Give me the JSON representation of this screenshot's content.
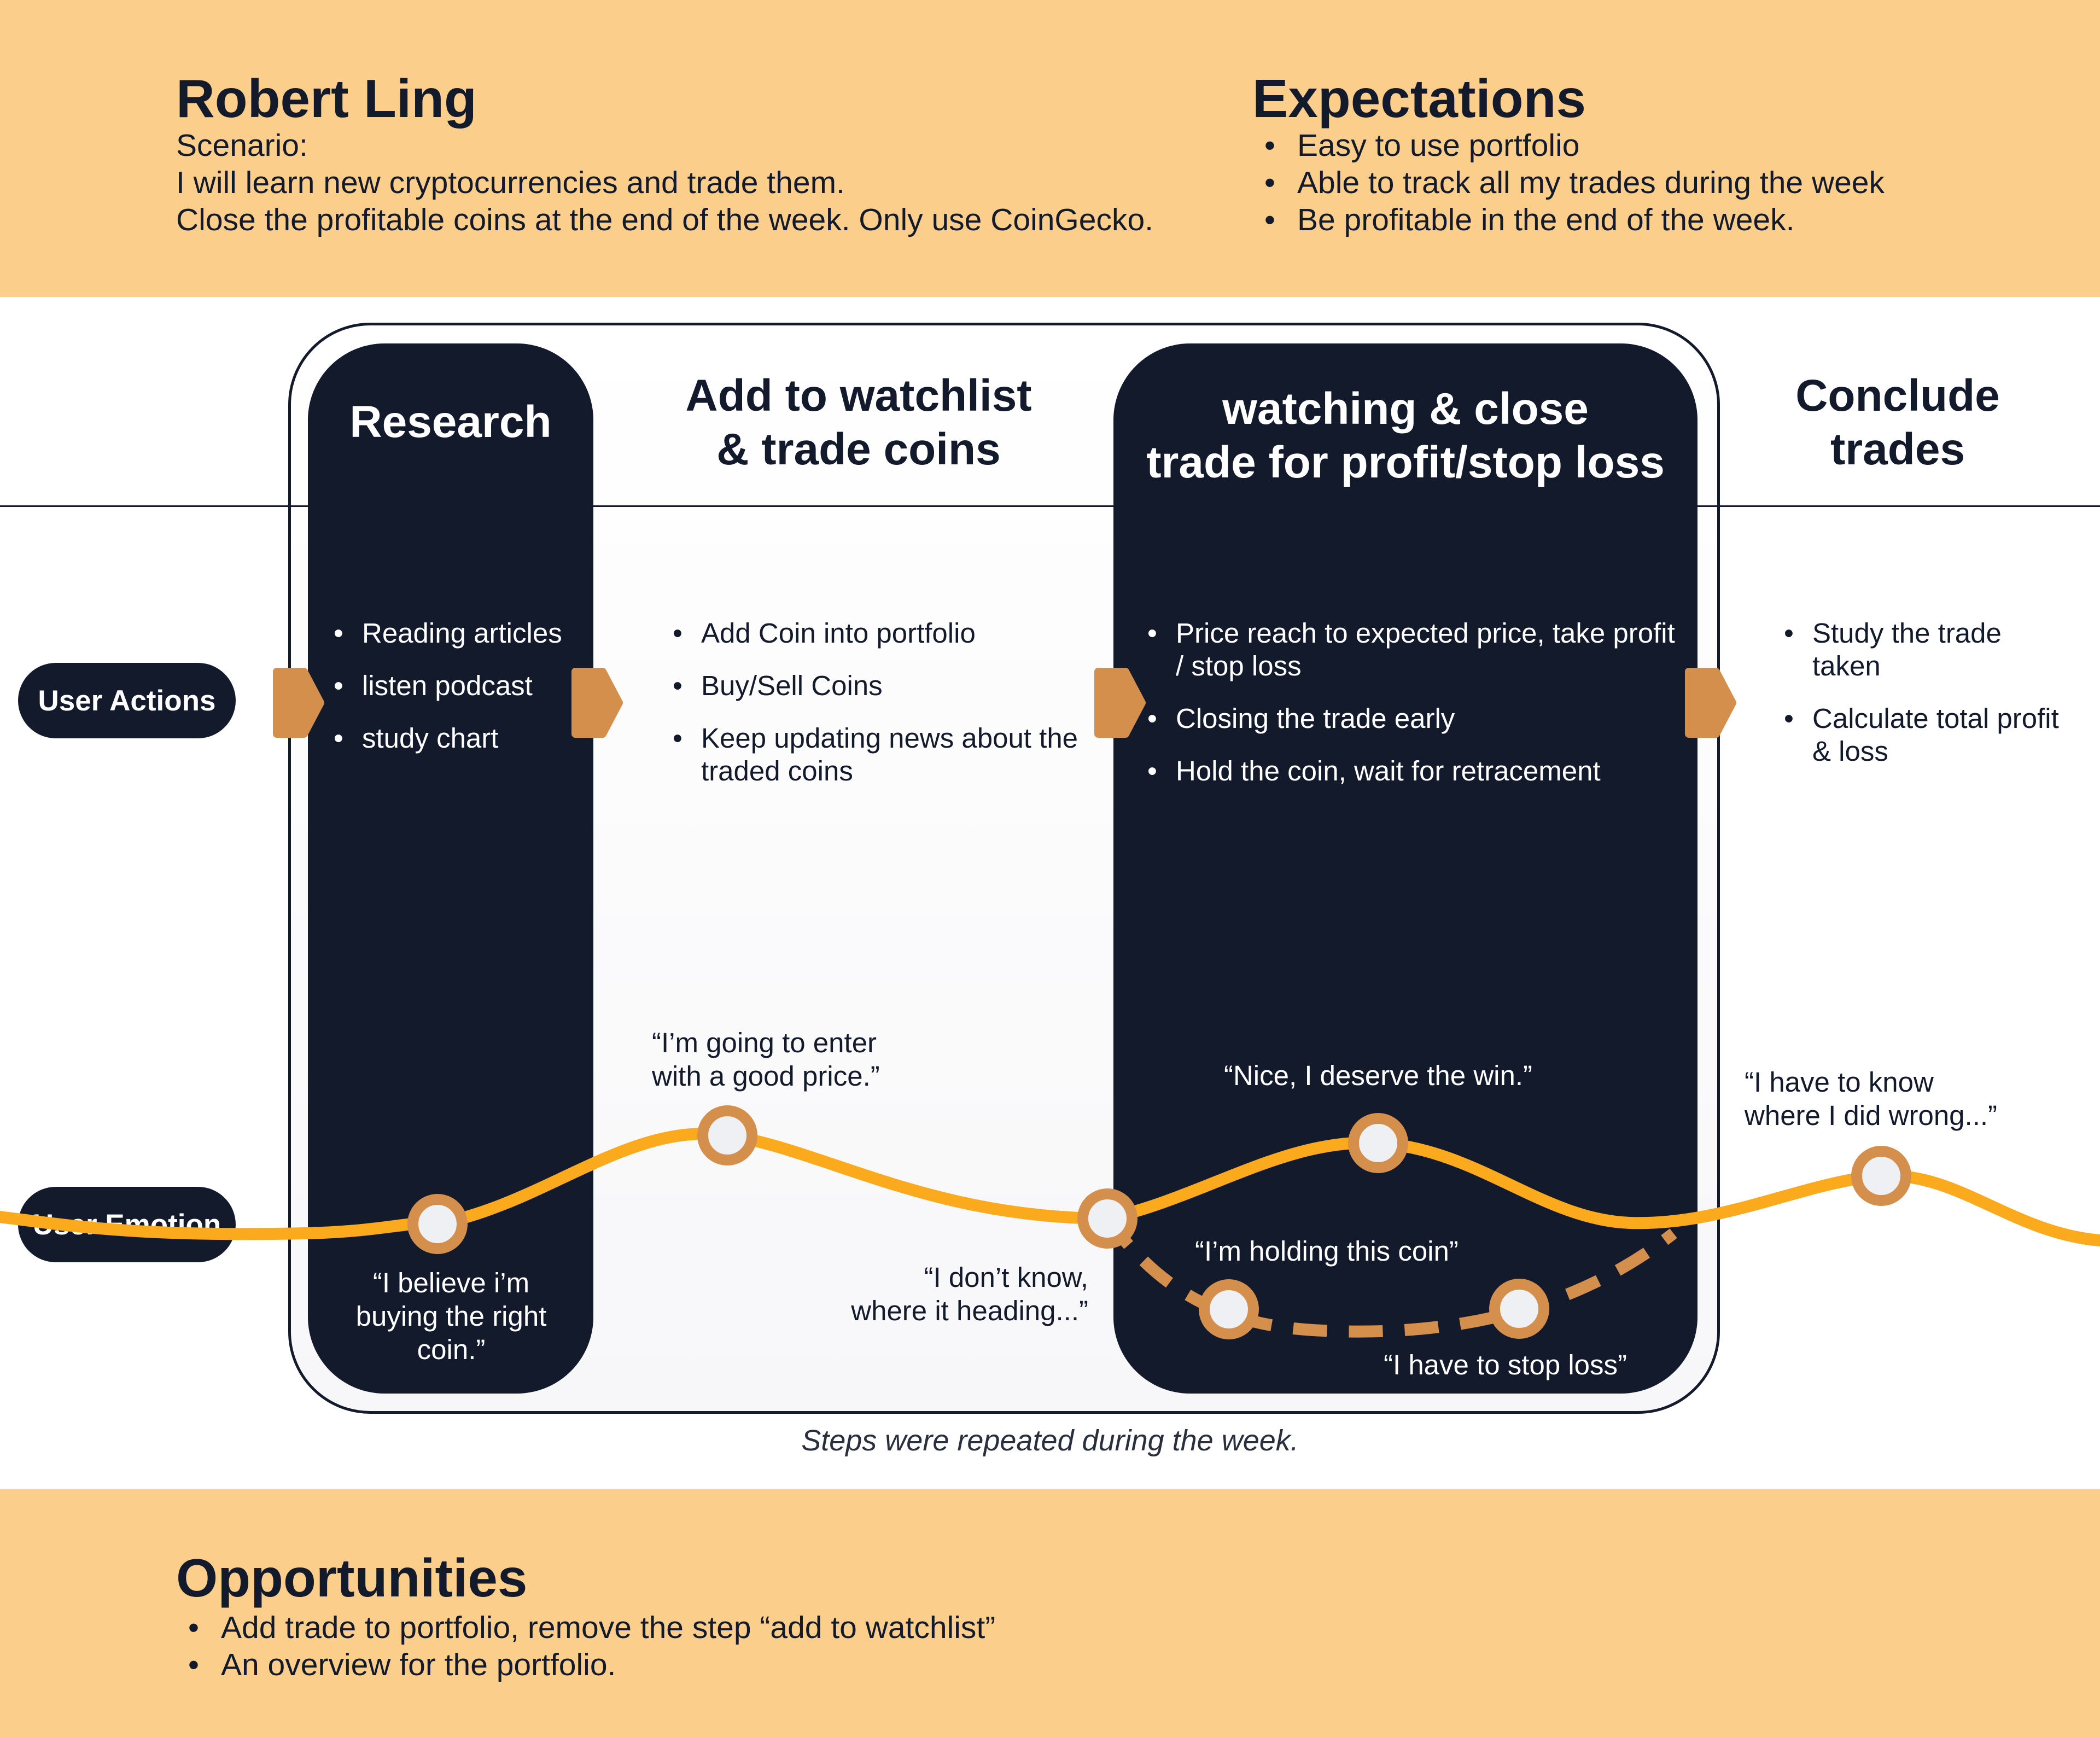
{
  "persona": {
    "name": "Robert Ling",
    "scenario_label": "Scenario:",
    "scenario_lines": [
      "I will learn new cryptocurrencies and trade them.",
      "Close the profitable coins at the end of the week. Only use CoinGecko."
    ]
  },
  "expectations": {
    "title": "Expectations",
    "items": [
      "Easy to use portfolio",
      "Able to track all my trades during the week",
      "Be profitable in the end of the week."
    ]
  },
  "phases": [
    {
      "title_lines": [
        "Research"
      ]
    },
    {
      "title_lines": [
        "Add to watchlist",
        "& trade coins"
      ]
    },
    {
      "title_lines": [
        "watching & close",
        "trade for profit/stop loss"
      ]
    },
    {
      "title_lines": [
        "Conclude",
        "trades"
      ]
    }
  ],
  "rows": {
    "actions_label": "User Actions",
    "emotion_label": "User Emotion"
  },
  "actions": [
    {
      "items": [
        "Reading articles",
        "listen podcast",
        "study chart"
      ]
    },
    {
      "items": [
        "Add Coin into portfolio",
        "Buy/Sell Coins",
        "Keep updating news about the traded coins"
      ]
    },
    {
      "items": [
        "Price reach to expected price, take profit / stop loss",
        "Closing the trade early",
        "Hold the coin, wait for retracement"
      ]
    },
    {
      "items": [
        "Study the trade taken",
        "Calculate total profit & loss"
      ]
    }
  ],
  "quotes": {
    "research": [
      "“I believe i’m",
      "buying the right",
      "coin.”"
    ],
    "enter": [
      "“I’m going to enter",
      "with a good price.”"
    ],
    "dont_know": [
      "“I don’t know,",
      "where it heading...”"
    ],
    "win": "“Nice, I deserve the win.”",
    "holding": "“I’m holding this coin”",
    "stop_loss": "“I have to stop loss”",
    "wrong": [
      "“I have to know",
      "where I did wrong...”"
    ]
  },
  "footnote": "Steps were repeated during the week.",
  "opportunities": {
    "title": "Opportunities",
    "items": [
      "Add trade to portfolio, remove the step “add to watchlist”",
      "An overview for the portfolio."
    ]
  },
  "colors": {
    "band": "#fbcf8b",
    "dark": "#131a2b",
    "emotion_line": "#fba91d",
    "node_ring": "#d48f4c",
    "arrow": "#d48f4c"
  }
}
